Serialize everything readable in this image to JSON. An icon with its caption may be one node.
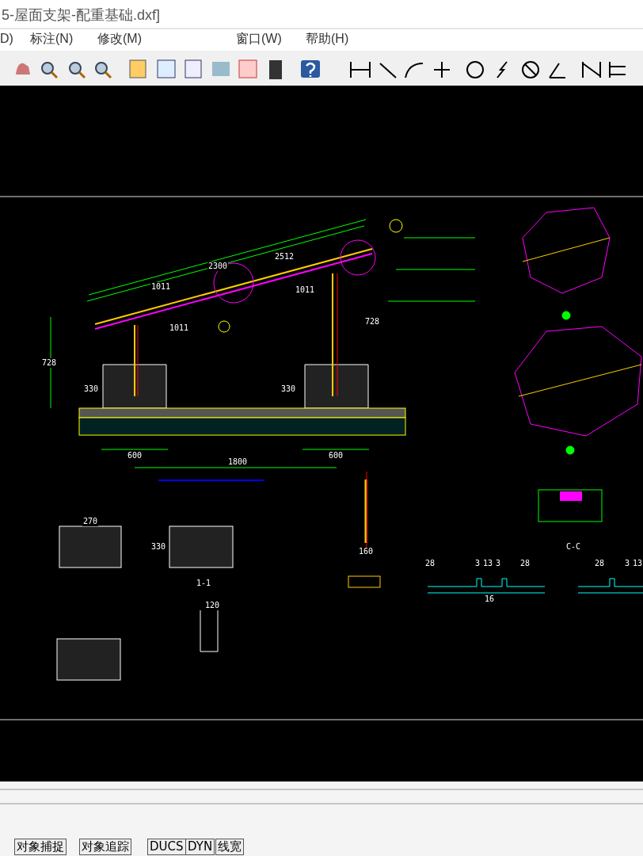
{
  "diagram": {
    "title": "5-屋面支架-配重基础.dxf]",
    "labels": [
      "D)",
      "标注(N)",
      "修改(M)",
      "窗口(W)",
      "帮助(H)",
      "2300",
      "2512",
      "1011",
      "1011",
      "1011",
      "728",
      "728",
      "330",
      "330",
      "600",
      "600",
      "1800",
      "270",
      "330",
      "1-1",
      "120",
      "160",
      "C-C",
      "28",
      "3",
      "13",
      "3",
      "28",
      "16",
      "28",
      "3",
      "13",
      "对象捕捉",
      "对象追踪",
      "DUCS",
      "DYN",
      "线宽"
    ]
  }
}
